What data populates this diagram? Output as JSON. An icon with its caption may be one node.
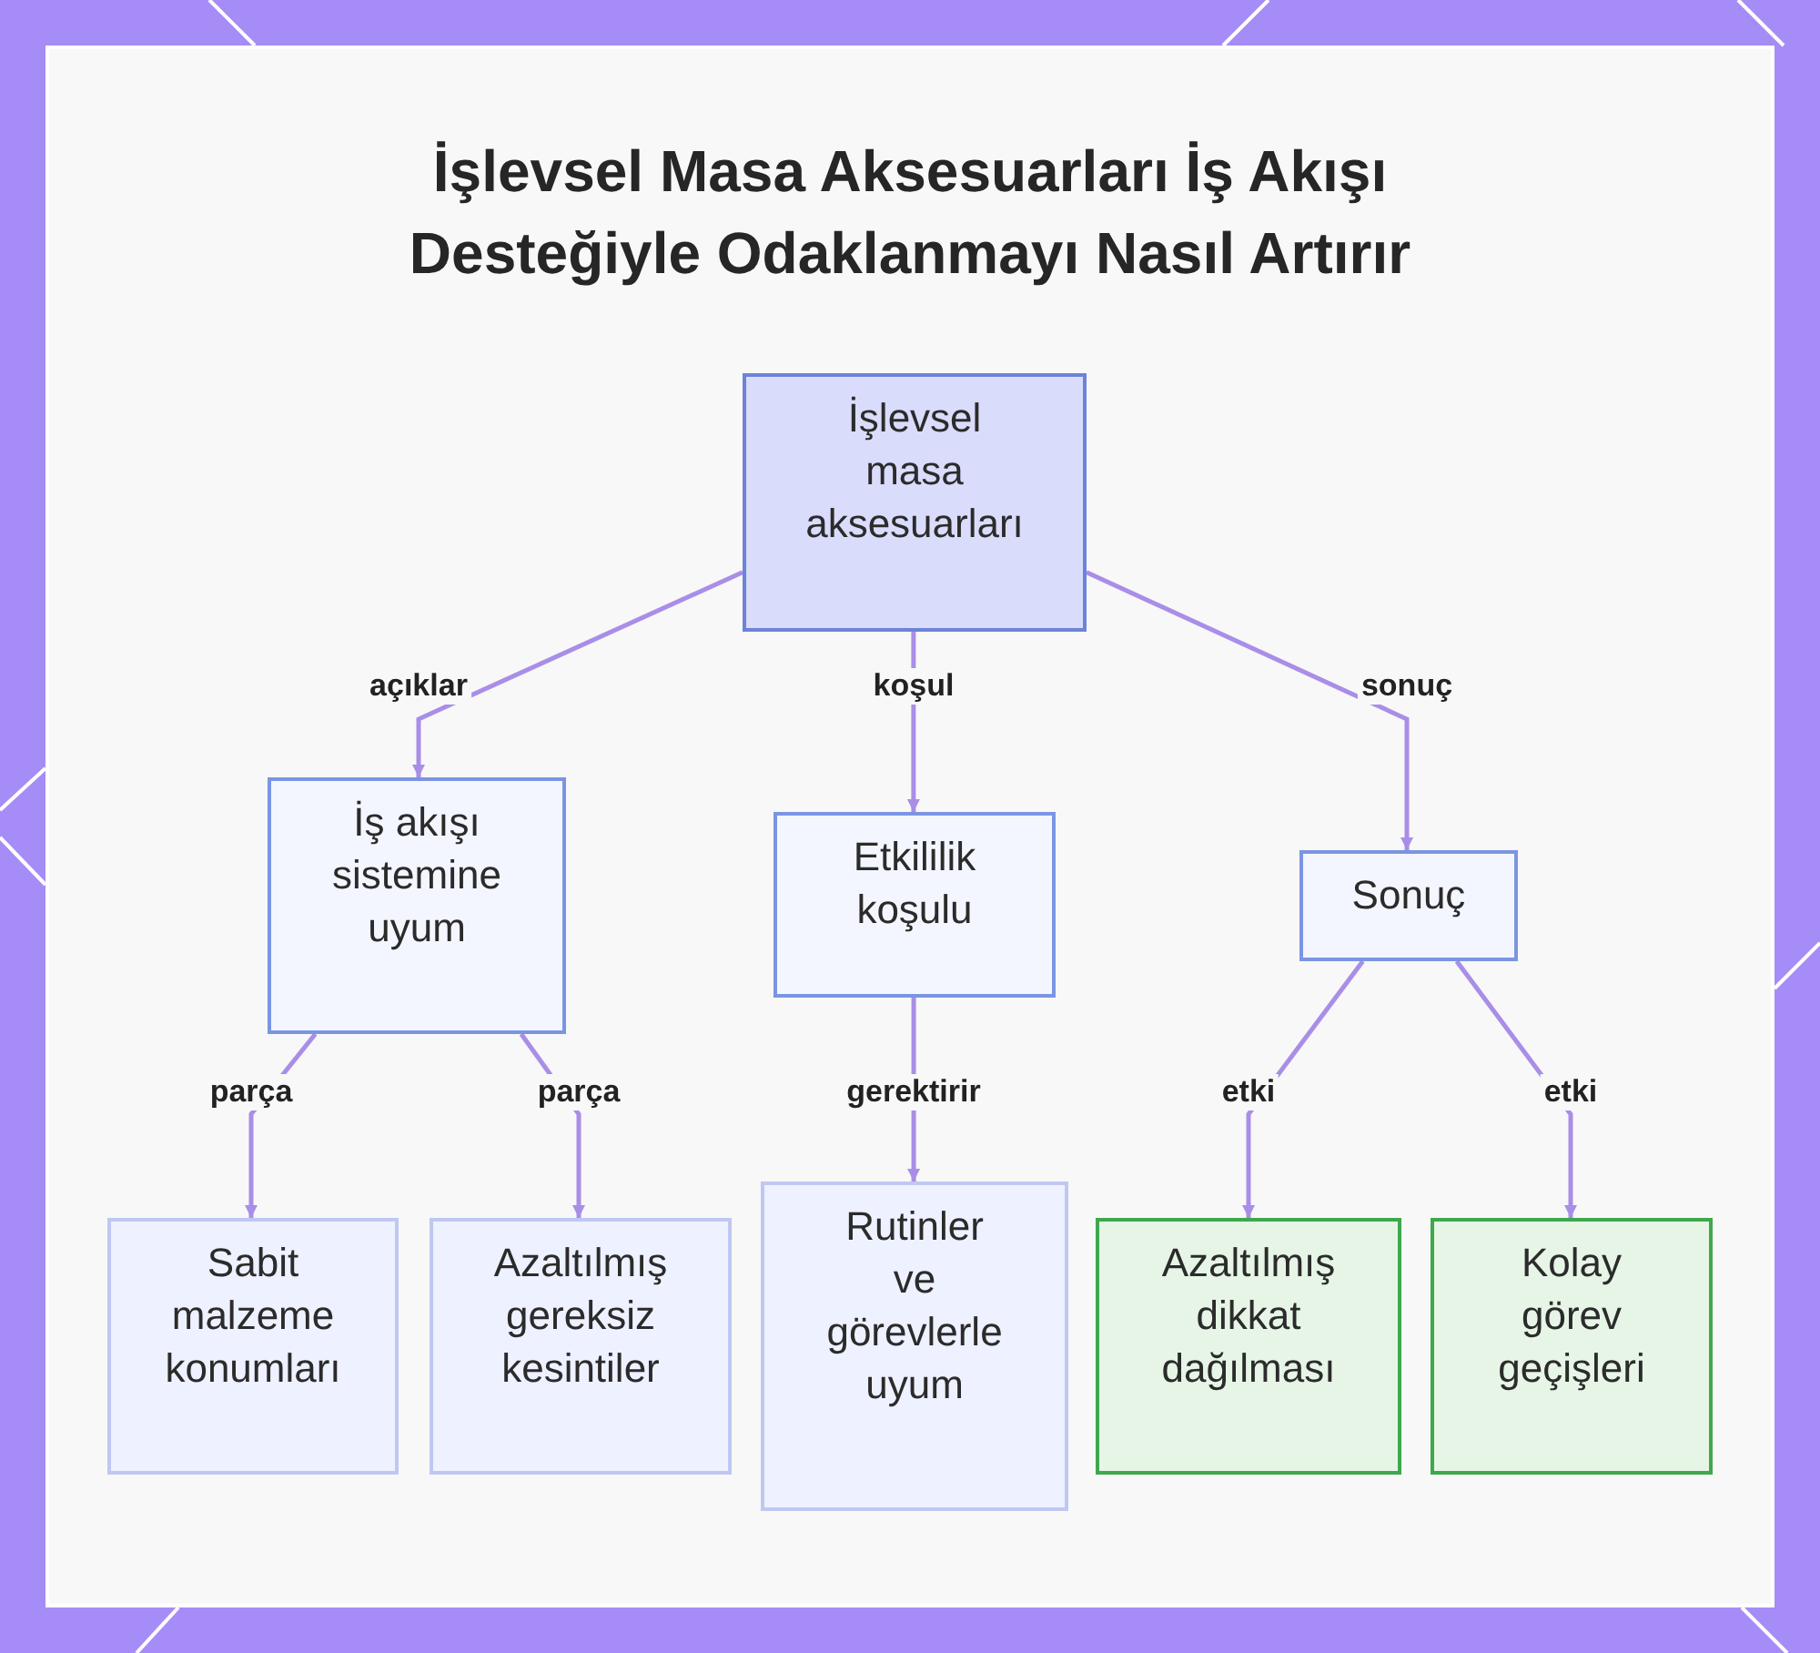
{
  "diagram": {
    "title": "İşlevsel Masa Aksesuarları İş Akışı Desteğiyle Odaklanmayı Nasıl Artırır",
    "nodes": [
      {
        "text": [
          "İşlevsel masa aksesuarları"
        ]
      },
      {
        "text": [
          "İş akışı sistemine uyum"
        ]
      },
      {
        "text": [
          "Etkililik koşulu"
        ]
      },
      {
        "text": [
          "Sonuç"
        ]
      },
      {
        "text": [
          "Sabit malzeme konumları"
        ]
      },
      {
        "text": [
          "Azaltılmış gereksiz kesintiler"
        ]
      },
      {
        "text": [
          "Rutinler ve görevlerle uyum"
        ]
      },
      {
        "text": [
          "Azaltılmış dikkat dağılması"
        ]
      },
      {
        "text": [
          "Kolay görev geçişleri"
        ]
      }
    ],
    "edges": [
      {
        "from": 0,
        "to": 1,
        "arrow": "to",
        "label": "açıklar"
      },
      {
        "from": 0,
        "to": 2,
        "arrow": "to",
        "label": "koşul"
      },
      {
        "from": 0,
        "to": 3,
        "arrow": "to",
        "label": "sonuç"
      },
      {
        "from": 1,
        "to": 4,
        "arrow": "to",
        "label": "parça"
      },
      {
        "from": 1,
        "to": 5,
        "arrow": "to",
        "label": "parça"
      },
      {
        "from": 2,
        "to": 6,
        "arrow": "to",
        "label": "gerektirir"
      },
      {
        "from": 3,
        "to": 7,
        "arrow": "to",
        "label": "etki"
      },
      {
        "from": 3,
        "to": 8,
        "arrow": "to",
        "label": "etki"
      }
    ]
  }
}
